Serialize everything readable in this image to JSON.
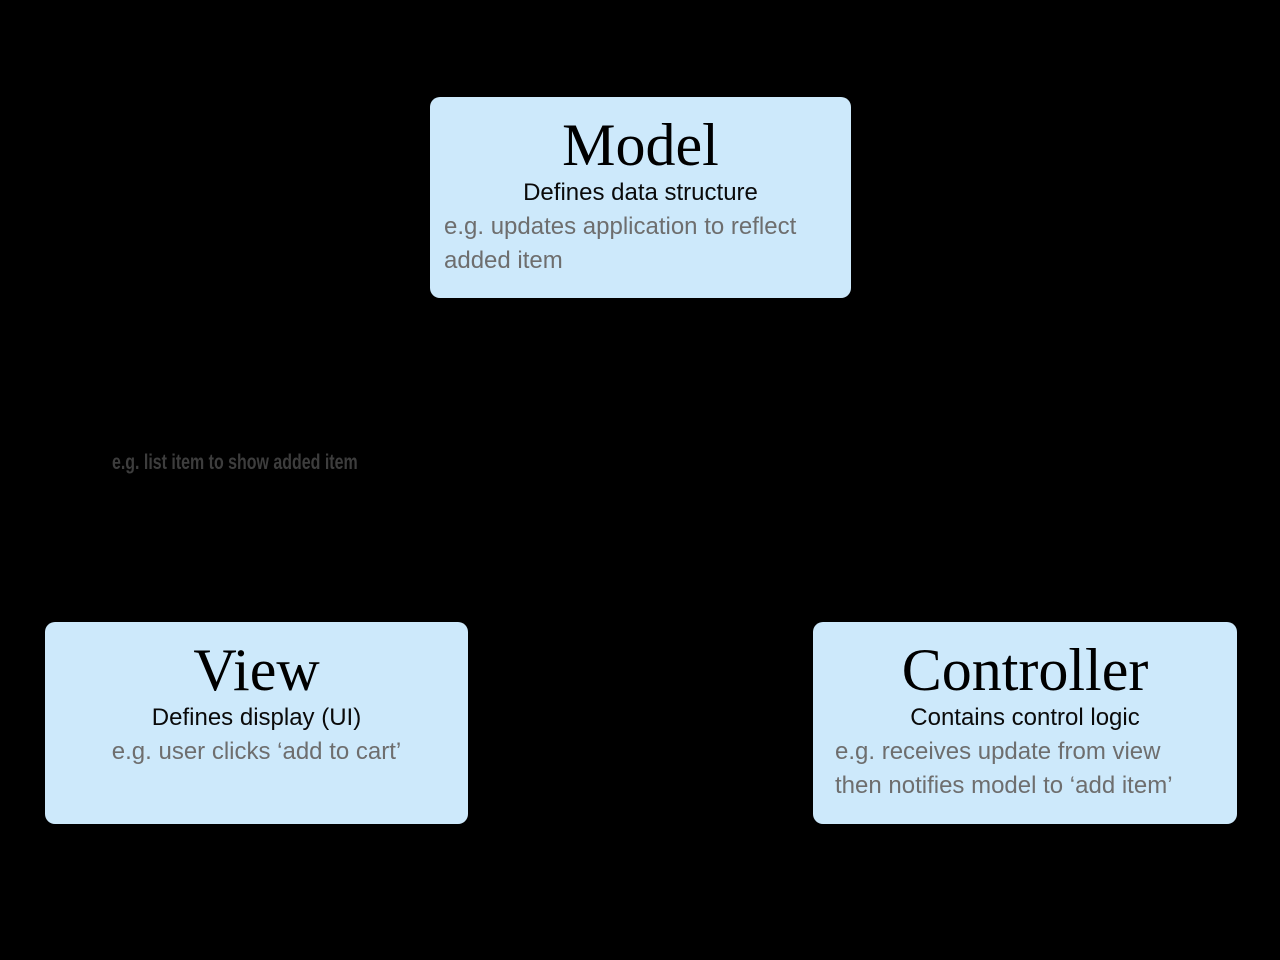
{
  "canvas": {
    "background_color": "#000000",
    "node_fill_color": "#cde9fb",
    "title_color": "#000000",
    "subtitle_color": "#0a0a0a",
    "example_text_color": "#6e6e6e",
    "floating_label_color": "#3d3d3d"
  },
  "diagram": {
    "type": "mvc-architecture-diagram",
    "nodes": [
      {
        "id": "model",
        "title": "Model",
        "subtitle": "Defines data structure",
        "example_lines": [
          "e.g. updates application to reflect",
          "added item"
        ]
      },
      {
        "id": "view",
        "title": "View",
        "subtitle": "Defines display (UI)",
        "example_lines": [
          "e.g. user clicks ‘add to cart’"
        ]
      },
      {
        "id": "controller",
        "title": "Controller",
        "subtitle": "Contains control logic",
        "example_lines": [
          "e.g. receives update from view",
          "then notifies model to ‘add item’"
        ]
      }
    ],
    "floating_label": "e.g. list item to show added item"
  }
}
